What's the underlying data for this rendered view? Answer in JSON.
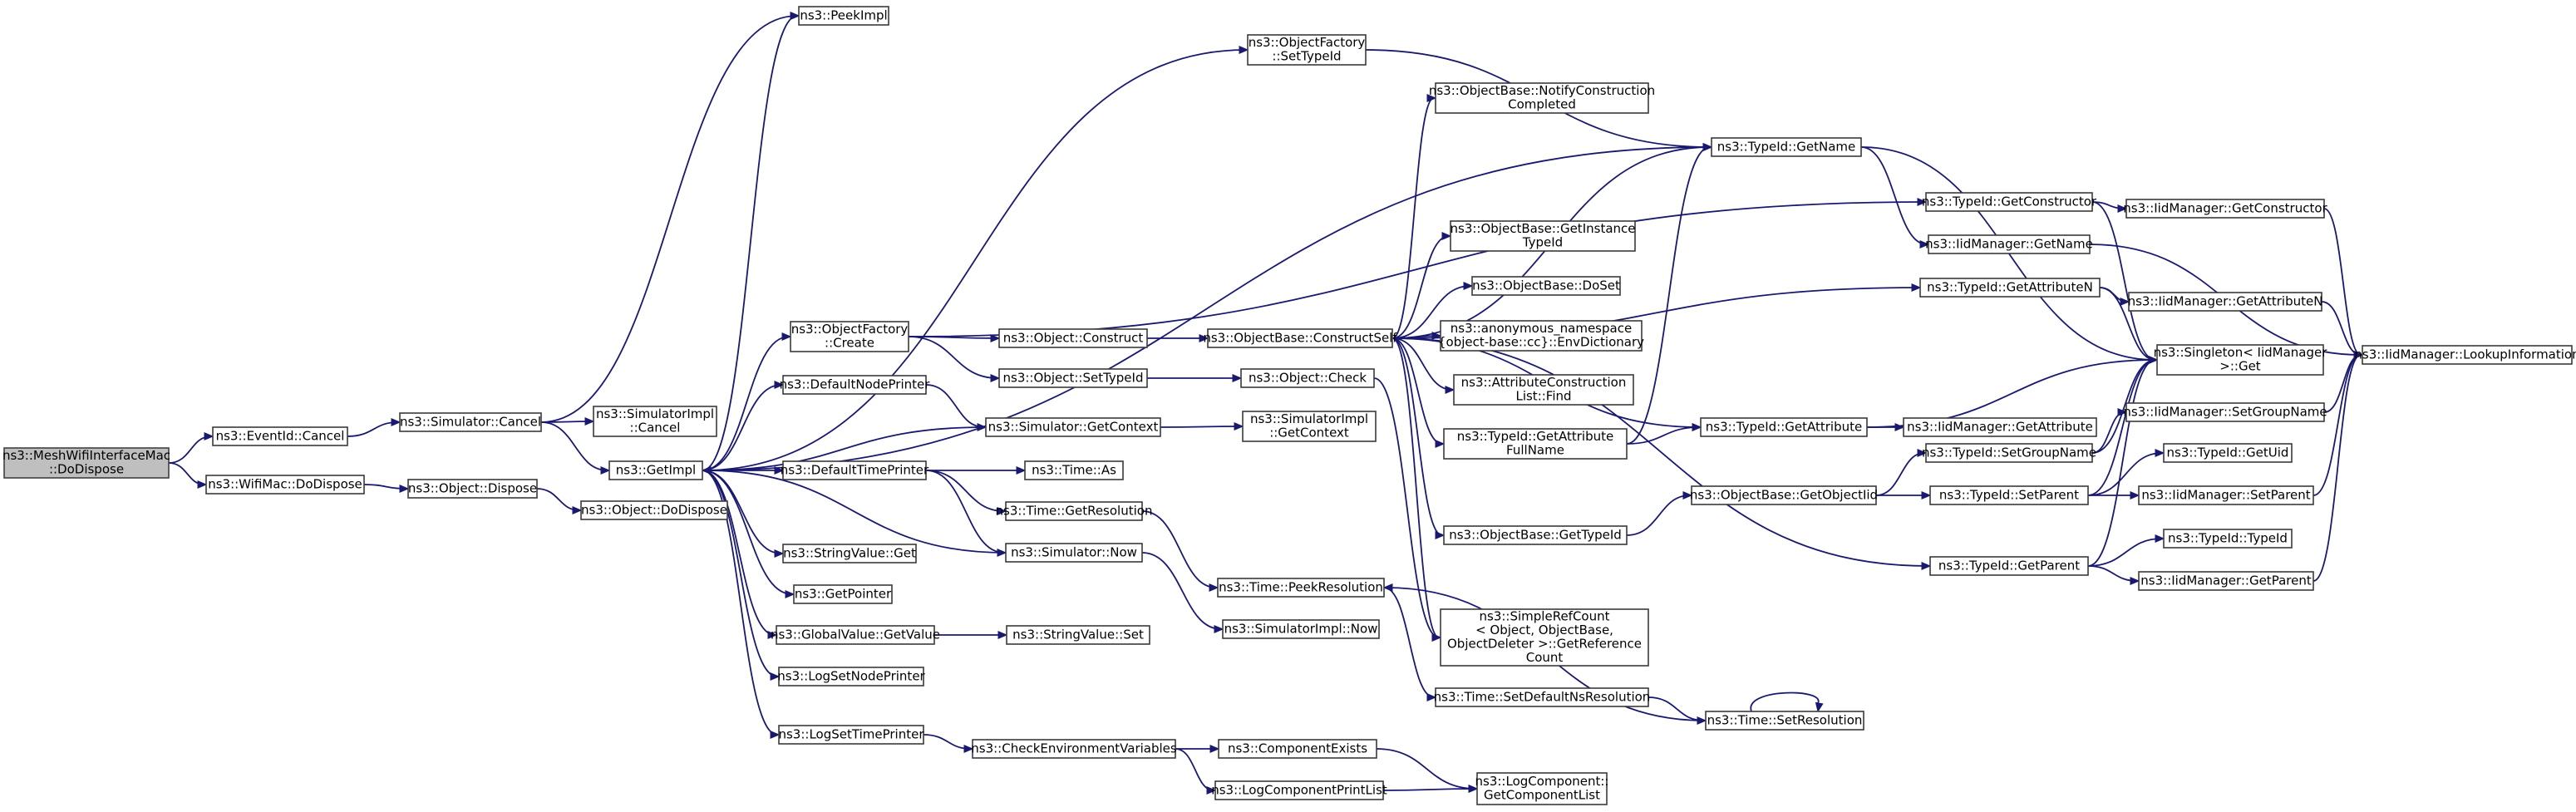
{
  "nodes": [
    {
      "id": "DoDispose_root",
      "lines": [
        "ns3::MeshWifiInterfaceMac",
        "::DoDispose"
      ],
      "root": true
    },
    {
      "id": "EventIdCancel",
      "lines": [
        "ns3::EventId::Cancel"
      ]
    },
    {
      "id": "WifiMacDoDispose",
      "lines": [
        "ns3::WifiMac::DoDispose"
      ]
    },
    {
      "id": "SimulatorCancel",
      "lines": [
        "ns3::Simulator::Cancel"
      ]
    },
    {
      "id": "ObjectDispose",
      "lines": [
        "ns3::Object::Dispose"
      ]
    },
    {
      "id": "PeekImpl",
      "lines": [
        "ns3::PeekImpl"
      ]
    },
    {
      "id": "SimulatorImplCancel",
      "lines": [
        "ns3::SimulatorImpl",
        "::Cancel"
      ]
    },
    {
      "id": "GetImpl",
      "lines": [
        "ns3::GetImpl"
      ]
    },
    {
      "id": "ObjectDoDispose",
      "lines": [
        "ns3::Object::DoDispose"
      ]
    },
    {
      "id": "ObjectFactoryCreate",
      "lines": [
        "ns3::ObjectFactory",
        "::Create"
      ]
    },
    {
      "id": "DefaultNodePrinter",
      "lines": [
        "ns3::DefaultNodePrinter"
      ]
    },
    {
      "id": "DefaultTimePrinter",
      "lines": [
        "ns3::DefaultTimePrinter"
      ]
    },
    {
      "id": "StringValueGet",
      "lines": [
        "ns3::StringValue::Get"
      ]
    },
    {
      "id": "GetPointer",
      "lines": [
        "ns3::GetPointer"
      ]
    },
    {
      "id": "GlobalValueGetValue",
      "lines": [
        "ns3::GlobalValue::GetValue"
      ]
    },
    {
      "id": "LogSetNodePrinter",
      "lines": [
        "ns3::LogSetNodePrinter"
      ]
    },
    {
      "id": "LogSetTimePrinter",
      "lines": [
        "ns3::LogSetTimePrinter"
      ]
    },
    {
      "id": "ObjectFactorySetTypeId",
      "lines": [
        "ns3::ObjectFactory",
        "::SetTypeId"
      ]
    },
    {
      "id": "ObjectConstruct",
      "lines": [
        "ns3::Object::Construct"
      ]
    },
    {
      "id": "ObjectSetTypeId",
      "lines": [
        "ns3::Object::SetTypeId"
      ]
    },
    {
      "id": "SimulatorGetContext",
      "lines": [
        "ns3::Simulator::GetContext"
      ]
    },
    {
      "id": "TimeAs",
      "lines": [
        "ns3::Time::As"
      ]
    },
    {
      "id": "TimeGetResolution",
      "lines": [
        "ns3::Time::GetResolution"
      ]
    },
    {
      "id": "SimulatorNow",
      "lines": [
        "ns3::Simulator::Now"
      ]
    },
    {
      "id": "StringValueSet",
      "lines": [
        "ns3::StringValue::Set"
      ]
    },
    {
      "id": "CheckEnvironmentVariables",
      "lines": [
        "ns3::CheckEnvironmentVariables"
      ]
    },
    {
      "id": "ObjectBaseConstructSelf",
      "lines": [
        "ns3::ObjectBase::ConstructSelf"
      ]
    },
    {
      "id": "ObjectCheck",
      "lines": [
        "ns3::Object::Check"
      ]
    },
    {
      "id": "SimulatorImplGetContext",
      "lines": [
        "ns3::SimulatorImpl",
        "::GetContext"
      ]
    },
    {
      "id": "TimePeekResolution",
      "lines": [
        "ns3::Time::PeekResolution"
      ]
    },
    {
      "id": "SimulatorImplNow",
      "lines": [
        "ns3::SimulatorImpl::Now"
      ]
    },
    {
      "id": "ComponentExists",
      "lines": [
        "ns3::ComponentExists"
      ]
    },
    {
      "id": "LogComponentPrintList",
      "lines": [
        "ns3::LogComponentPrintList"
      ]
    },
    {
      "id": "NotifyConstructionCompleted",
      "lines": [
        "ns3::ObjectBase::NotifyConstruction",
        "Completed"
      ]
    },
    {
      "id": "GetInstanceTypeId",
      "lines": [
        "ns3::ObjectBase::GetInstance",
        "TypeId"
      ]
    },
    {
      "id": "ObjectBaseDoSet",
      "lines": [
        "ns3::ObjectBase::DoSet"
      ]
    },
    {
      "id": "EnvDictionary",
      "lines": [
        "ns3::anonymous_namespace",
        "{object-base::cc}::EnvDictionary"
      ]
    },
    {
      "id": "AttributeConstructionListFind",
      "lines": [
        "ns3::AttributeConstruction",
        "List::Find"
      ]
    },
    {
      "id": "TypeIdGetAttributeFullName",
      "lines": [
        "ns3::TypeId::GetAttribute",
        "FullName"
      ]
    },
    {
      "id": "ObjectBaseGetTypeId",
      "lines": [
        "ns3::ObjectBase::GetTypeId"
      ]
    },
    {
      "id": "SimpleRefCountGetReferenceCount",
      "lines": [
        "ns3::SimpleRefCount",
        "< Object, ObjectBase,",
        "ObjectDeleter >::GetReference",
        "Count"
      ]
    },
    {
      "id": "TimeSetDefaultNsResolution",
      "lines": [
        "ns3::Time::SetDefaultNsResolution"
      ]
    },
    {
      "id": "LogComponentGetComponentList",
      "lines": [
        "ns3::LogComponent::",
        "GetComponentList"
      ]
    },
    {
      "id": "TypeIdGetName",
      "lines": [
        "ns3::TypeId::GetName"
      ]
    },
    {
      "id": "TypeIdGetAttribute",
      "lines": [
        "ns3::TypeId::GetAttribute"
      ]
    },
    {
      "id": "ObjectBaseGetObjectIid",
      "lines": [
        "ns3::ObjectBase::GetObjectIid"
      ]
    },
    {
      "id": "TimeSetResolution",
      "lines": [
        "ns3::Time::SetResolution"
      ]
    },
    {
      "id": "TypeIdGetConstructor",
      "lines": [
        "ns3::TypeId::GetConstructor"
      ]
    },
    {
      "id": "IidManagerGetName",
      "lines": [
        "ns3::IidManager::GetName"
      ]
    },
    {
      "id": "TypeIdGetAttributeN",
      "lines": [
        "ns3::TypeId::GetAttributeN"
      ]
    },
    {
      "id": "TypeIdSetGroupName",
      "lines": [
        "ns3::TypeId::SetGroupName"
      ]
    },
    {
      "id": "TypeIdSetParent",
      "lines": [
        "ns3::TypeId::SetParent"
      ]
    },
    {
      "id": "TypeIdGetParent",
      "lines": [
        "ns3::TypeId::GetParent"
      ]
    },
    {
      "id": "IidManagerGetConstructor",
      "lines": [
        "ns3::IidManager::GetConstructor"
      ]
    },
    {
      "id": "IidManagerGetAttributeN",
      "lines": [
        "ns3::IidManager::GetAttributeN"
      ]
    },
    {
      "id": "SingletonGet",
      "lines": [
        "ns3::Singleton< IidManager",
        " >::Get"
      ]
    },
    {
      "id": "IidManagerGetAttribute",
      "lines": [
        "ns3::IidManager::GetAttribute"
      ]
    },
    {
      "id": "IidManagerSetGroupName",
      "lines": [
        "ns3::IidManager::SetGroupName"
      ]
    },
    {
      "id": "TypeIdGetUid",
      "lines": [
        "ns3::TypeId::GetUid"
      ]
    },
    {
      "id": "IidManagerSetParent",
      "lines": [
        "ns3::IidManager::SetParent"
      ]
    },
    {
      "id": "TypeIdTypeId",
      "lines": [
        "ns3::TypeId::TypeId"
      ]
    },
    {
      "id": "IidManagerGetParent",
      "lines": [
        "ns3::IidManager::GetParent"
      ]
    },
    {
      "id": "IidManagerLookupInformation",
      "lines": [
        "ns3::IidManager::LookupInformation"
      ]
    }
  ],
  "edges": [
    [
      "DoDispose_root",
      "EventIdCancel"
    ],
    [
      "DoDispose_root",
      "WifiMacDoDispose"
    ],
    [
      "EventIdCancel",
      "SimulatorCancel"
    ],
    [
      "WifiMacDoDispose",
      "ObjectDispose"
    ],
    [
      "SimulatorCancel",
      "PeekImpl"
    ],
    [
      "SimulatorCancel",
      "SimulatorImplCancel"
    ],
    [
      "SimulatorCancel",
      "GetImpl"
    ],
    [
      "ObjectDispose",
      "ObjectDoDispose"
    ],
    [
      "GetImpl",
      "PeekImpl"
    ],
    [
      "GetImpl",
      "ObjectFactoryCreate"
    ],
    [
      "GetImpl",
      "DefaultNodePrinter"
    ],
    [
      "GetImpl",
      "DefaultTimePrinter"
    ],
    [
      "GetImpl",
      "StringValueGet"
    ],
    [
      "GetImpl",
      "GetPointer"
    ],
    [
      "GetImpl",
      "GlobalValueGetValue"
    ],
    [
      "GetImpl",
      "LogSetNodePrinter"
    ],
    [
      "GetImpl",
      "LogSetTimePrinter"
    ],
    [
      "GetImpl",
      "ObjectFactorySetTypeId"
    ],
    [
      "GetImpl",
      "TypeIdGetName"
    ],
    [
      "ObjectFactoryCreate",
      "ObjectConstruct"
    ],
    [
      "ObjectFactoryCreate",
      "ObjectSetTypeId"
    ],
    [
      "ObjectFactoryCreate",
      "TypeIdGetConstructor"
    ],
    [
      "DefaultNodePrinter",
      "SimulatorGetContext"
    ],
    [
      "DefaultTimePrinter",
      "TimeAs"
    ],
    [
      "DefaultTimePrinter",
      "TimeGetResolution"
    ],
    [
      "DefaultTimePrinter",
      "SimulatorNow"
    ],
    [
      "GlobalValueGetValue",
      "StringValueSet"
    ],
    [
      "LogSetTimePrinter",
      "CheckEnvironmentVariables"
    ],
    [
      "ObjectFactorySetTypeId",
      "TypeIdGetName"
    ],
    [
      "ObjectConstruct",
      "ObjectBaseConstructSelf"
    ],
    [
      "ObjectSetTypeId",
      "ObjectCheck"
    ],
    [
      "SimulatorGetContext",
      "GetImpl"
    ],
    [
      "SimulatorGetContext",
      "SimulatorImplGetContext"
    ],
    [
      "TimeGetResolution",
      "TimePeekResolution"
    ],
    [
      "SimulatorNow",
      "GetImpl"
    ],
    [
      "SimulatorNow",
      "SimulatorImplNow"
    ],
    [
      "CheckEnvironmentVariables",
      "ComponentExists"
    ],
    [
      "CheckEnvironmentVariables",
      "LogComponentPrintList"
    ],
    [
      "ObjectBaseConstructSelf",
      "NotifyConstructionCompleted"
    ],
    [
      "ObjectBaseConstructSelf",
      "TypeIdGetName"
    ],
    [
      "ObjectBaseConstructSelf",
      "GetInstanceTypeId"
    ],
    [
      "ObjectBaseConstructSelf",
      "ObjectBaseDoSet"
    ],
    [
      "ObjectBaseConstructSelf",
      "EnvDictionary"
    ],
    [
      "ObjectBaseConstructSelf",
      "AttributeConstructionListFind"
    ],
    [
      "ObjectBaseConstructSelf",
      "TypeIdGetAttributeFullName"
    ],
    [
      "ObjectBaseConstructSelf",
      "TypeIdGetAttributeN"
    ],
    [
      "ObjectBaseConstructSelf",
      "TypeIdGetAttribute"
    ],
    [
      "ObjectBaseConstructSelf",
      "ObjectBaseGetTypeId"
    ],
    [
      "ObjectBaseConstructSelf",
      "SimpleRefCountGetReferenceCount"
    ],
    [
      "ObjectBaseConstructSelf",
      "TypeIdGetParent"
    ],
    [
      "ObjectCheck",
      "SimpleRefCountGetReferenceCount"
    ],
    [
      "TimePeekResolution",
      "TimeSetDefaultNsResolution"
    ],
    [
      "ComponentExists",
      "LogComponentGetComponentList"
    ],
    [
      "LogComponentPrintList",
      "LogComponentGetComponentList"
    ],
    [
      "TypeIdGetAttributeFullName",
      "TypeIdGetName"
    ],
    [
      "TypeIdGetAttributeFullName",
      "TypeIdGetAttribute"
    ],
    [
      "ObjectBaseGetTypeId",
      "ObjectBaseGetObjectIid"
    ],
    [
      "TimeSetDefaultNsResolution",
      "TimeSetResolution"
    ],
    [
      "TimeSetResolution",
      "TimePeekResolution"
    ],
    [
      "TimeSetResolution",
      "TimeSetResolution"
    ],
    [
      "TypeIdGetName",
      "IidManagerGetName"
    ],
    [
      "TypeIdGetName",
      "SingletonGet"
    ],
    [
      "TypeIdGetAttribute",
      "IidManagerGetAttribute"
    ],
    [
      "TypeIdGetAttribute",
      "SingletonGet"
    ],
    [
      "ObjectBaseGetObjectIid",
      "TypeIdSetGroupName"
    ],
    [
      "ObjectBaseGetObjectIid",
      "TypeIdSetParent"
    ],
    [
      "TypeIdGetConstructor",
      "IidManagerGetConstructor"
    ],
    [
      "TypeIdGetConstructor",
      "SingletonGet"
    ],
    [
      "IidManagerGetName",
      "IidManagerLookupInformation"
    ],
    [
      "TypeIdGetAttributeN",
      "IidManagerGetAttributeN"
    ],
    [
      "TypeIdGetAttributeN",
      "SingletonGet"
    ],
    [
      "TypeIdSetGroupName",
      "IidManagerSetGroupName"
    ],
    [
      "TypeIdSetGroupName",
      "SingletonGet"
    ],
    [
      "TypeIdSetParent",
      "TypeIdGetUid"
    ],
    [
      "TypeIdSetParent",
      "IidManagerSetParent"
    ],
    [
      "TypeIdSetParent",
      "SingletonGet"
    ],
    [
      "TypeIdGetParent",
      "TypeIdTypeId"
    ],
    [
      "TypeIdGetParent",
      "IidManagerGetParent"
    ],
    [
      "TypeIdGetParent",
      "SingletonGet"
    ],
    [
      "IidManagerGetConstructor",
      "IidManagerLookupInformation"
    ],
    [
      "IidManagerGetAttributeN",
      "IidManagerLookupInformation"
    ],
    [
      "IidManagerSetGroupName",
      "IidManagerLookupInformation"
    ],
    [
      "IidManagerSetParent",
      "IidManagerLookupInformation"
    ],
    [
      "IidManagerGetParent",
      "IidManagerLookupInformation"
    ]
  ]
}
